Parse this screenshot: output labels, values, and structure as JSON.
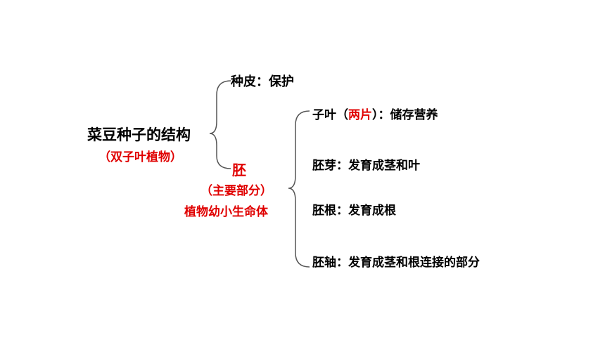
{
  "root": {
    "title": "菜豆种子的结构",
    "subtitle": "（双子叶植物）"
  },
  "level1": {
    "seed_coat": "种皮：保护",
    "embryo": {
      "label": "胚",
      "note": "（主要部分）",
      "desc": "植物幼小生命体"
    }
  },
  "level2": {
    "cotyledon": {
      "prefix": "子叶（",
      "highlight": "两片",
      "suffix": "）：储存营养"
    },
    "plumule": "胚芽：发育成茎和叶",
    "radicle": "胚根：发育成根",
    "hypocotyl": "胚轴：发育成茎和根连接的部分"
  },
  "colors": {
    "text": "#000000",
    "accent": "#e00000",
    "brace": "#555555"
  }
}
